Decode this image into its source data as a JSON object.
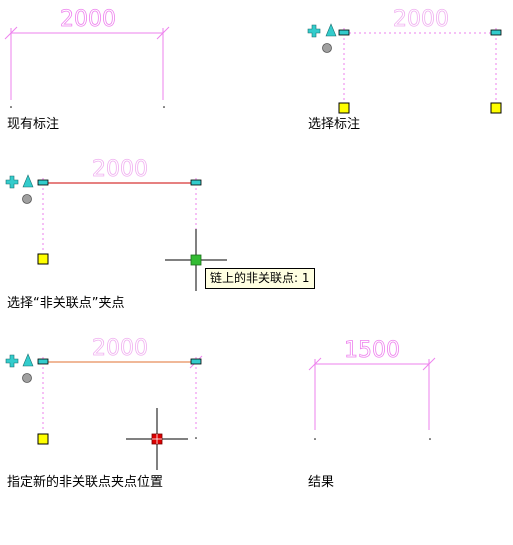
{
  "panels": {
    "existing": {
      "dim_value": "2000",
      "caption": "现有标注"
    },
    "select": {
      "dim_value": "2000",
      "caption": "选择标注"
    },
    "select_grip": {
      "dim_value": "2000",
      "caption": "选择“非关联点”夹点",
      "tooltip": "链上的非关联点: 1"
    },
    "specify": {
      "dim_value": "2000",
      "caption": "指定新的非关联点夹点位置"
    },
    "result": {
      "dim_value": "1500",
      "caption": "结果"
    }
  },
  "colors": {
    "dimension": "#ee82ee",
    "selected_line": "#cc0000",
    "rubber_line": "#e07030",
    "grip_yellow": "#ffff00",
    "grip_hot": "#dd0000",
    "grip_green": "#33bb33",
    "grip_cyan": "#33cccc",
    "tooltip_bg": "#ffffe1"
  }
}
